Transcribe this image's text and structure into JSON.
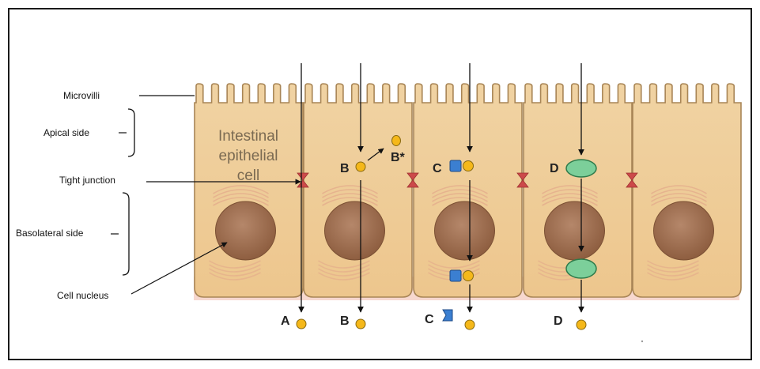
{
  "labels": {
    "microvilli": "Microvilli",
    "apical_side": "Apical side",
    "tight_junction": "Tight junction",
    "basolateral_side": "Basolateral side",
    "cell_nucleus": "Cell nucleus",
    "cell_label_line1": "Intestinal",
    "cell_label_line2": "epithelial",
    "cell_label_line3": "cell"
  },
  "routes": {
    "A_bottom": "A",
    "B_top": "B",
    "B_star": "B*",
    "B_bottom": "B",
    "C_top": "C",
    "C_bottom": "C",
    "D_top": "D",
    "D_bottom": "D"
  },
  "colors": {
    "cell_fill": "#f2cf9a",
    "cell_stroke": "#a88556",
    "nucleus": "#a0704e",
    "junction": "#cc4a4a",
    "molecule": "#f5b81a",
    "transporter": "#3b7fd1",
    "vesicle": "#7ccf9a"
  }
}
